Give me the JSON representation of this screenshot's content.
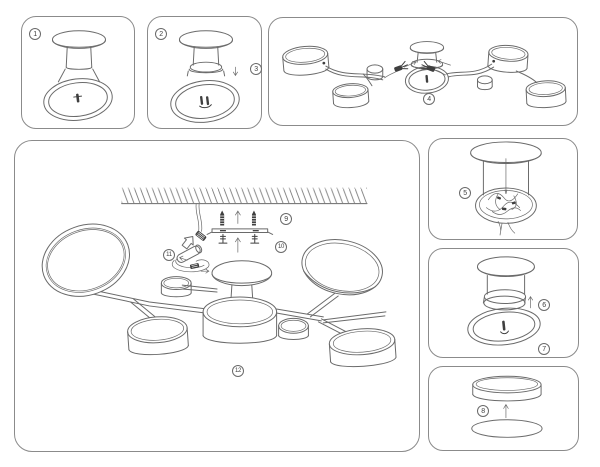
{
  "colors": {
    "line": "#6a6a6a",
    "dark": "#3f3f3f",
    "panel_border": "#8b8b8b",
    "background": "#ffffff",
    "badge_text": "#3f3f3f"
  },
  "steps": [
    {
      "id": "step-1",
      "label": "1"
    },
    {
      "id": "step-2",
      "label": "2"
    },
    {
      "id": "step-3",
      "label": "3"
    },
    {
      "id": "step-4",
      "label": "4"
    },
    {
      "id": "step-5",
      "label": "5"
    },
    {
      "id": "step-6",
      "label": "6"
    },
    {
      "id": "step-7",
      "label": "7"
    },
    {
      "id": "step-8",
      "label": "8"
    },
    {
      "id": "step-9",
      "label": "9"
    },
    {
      "id": "step-10",
      "label": "10"
    },
    {
      "id": "step-11",
      "label": "11"
    },
    {
      "id": "step-12",
      "label": "12"
    }
  ]
}
